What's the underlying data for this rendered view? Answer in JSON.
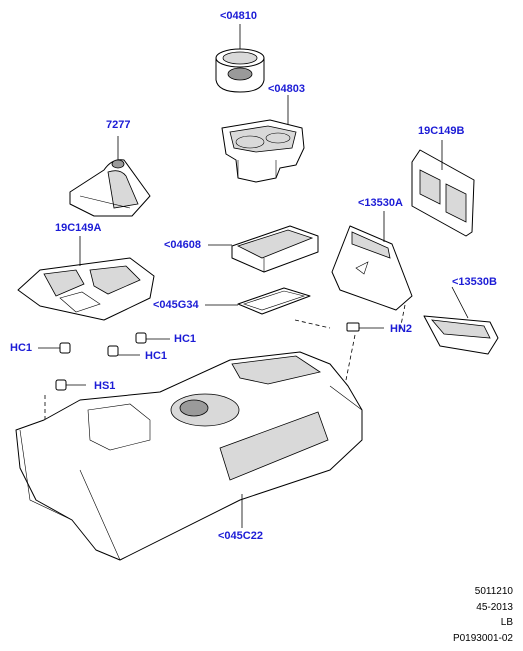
{
  "labels": {
    "p04810": "<04810",
    "p04803": "<04803",
    "p7277": "7277",
    "p19C149B": "19C149B",
    "p13530A": "<13530A",
    "p19C149A": "19C149A",
    "p04608": "<04608",
    "p045G34": "<045G34",
    "p13530B": "<13530B",
    "hc1_left": "HC1",
    "hc1_right_top": "HC1",
    "hc1_right_bottom": "HC1",
    "hn2": "HN2",
    "hs1": "HS1",
    "p045C22": "<045C22"
  },
  "footer": {
    "line1": "5011210",
    "line2": "45-2013",
    "line3": "LB",
    "line4": "P0193001-02"
  },
  "colors": {
    "callout": "#1c1cd6",
    "line": "#000000",
    "shade": "#d9d9d9"
  }
}
